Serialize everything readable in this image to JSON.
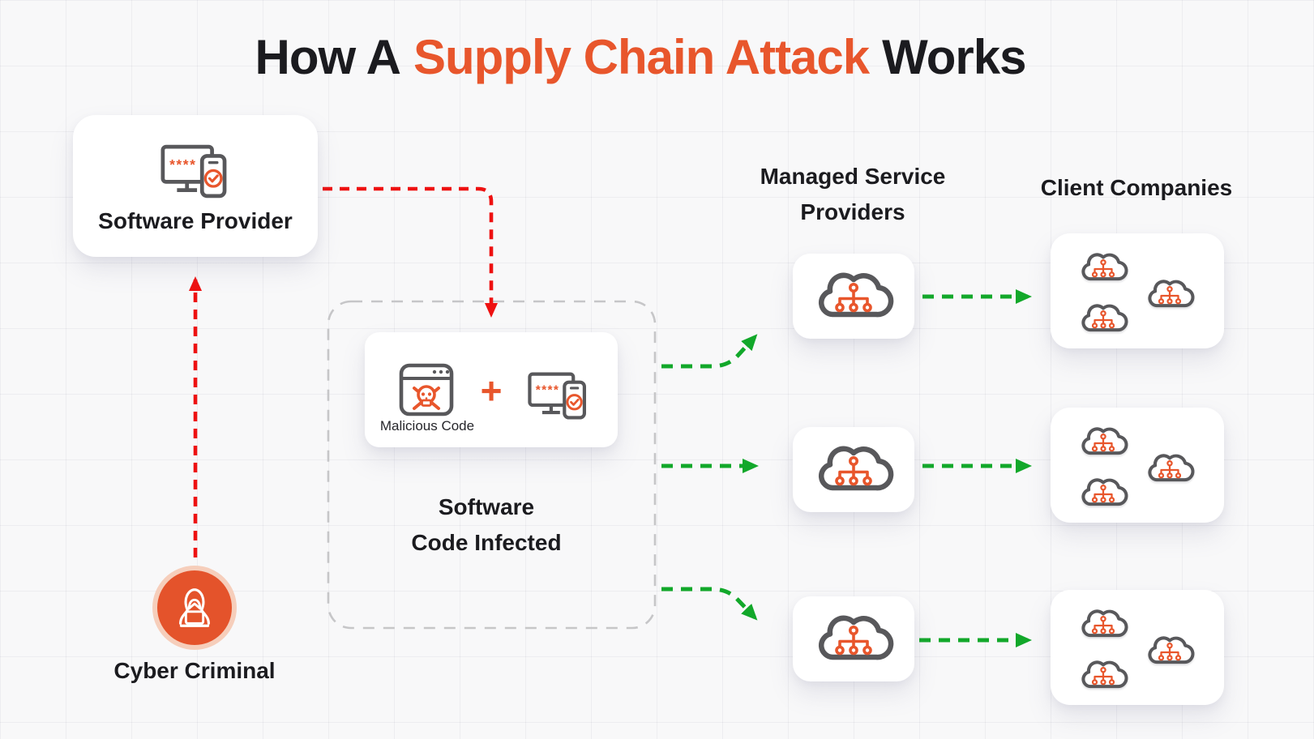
{
  "colors": {
    "accent_orange": "#E8562C",
    "arrow_red": "#EE1111",
    "arrow_green": "#12A82A",
    "icon_gray": "#58585B",
    "text_dark": "#1B1B1F",
    "dashed_box_gray": "#C6C6C8",
    "criminal_circle_fill": "#E4532B",
    "criminal_circle_ring": "#F6CEBB"
  },
  "title": {
    "part1": "How A",
    "highlight": "Supply Chain Attack",
    "part2": "Works"
  },
  "provider": {
    "label": "Software Provider"
  },
  "criminal": {
    "label": "Cyber Criminal"
  },
  "infected_zone": {
    "card_label": "Malicious Code",
    "plus_symbol": "+",
    "caption_line1": "Software",
    "caption_line2": "Code Infected"
  },
  "msp_column": {
    "heading_line1": "Managed Service",
    "heading_line2": "Providers"
  },
  "client_column": {
    "heading": "Client Companies"
  },
  "device_icon": {
    "password_mask": "****"
  },
  "icons": {
    "provider_device": "monitor-password-phone-check-icon",
    "malicious_browser": "browser-skull-malware-icon",
    "plus": "plus-icon",
    "msp_cloud": "cloud-network-icon",
    "client_cloud": "cloud-network-icon-small",
    "criminal": "hooded-hacker-laptop-icon"
  }
}
